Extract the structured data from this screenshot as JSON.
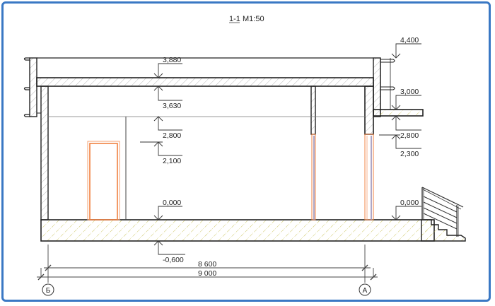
{
  "title": {
    "section": "1-1",
    "scale": "M1:50"
  },
  "levels": {
    "roof_top_left": "3,880",
    "ceiling_left": "3,630",
    "ceiling_line": "2,800",
    "door_top": "2,100",
    "floor_left": "0,000",
    "foundation_bottom": "-0,600",
    "parapet_top": "4,400",
    "canopy_top": "3,000",
    "canopy_bottom": "2,800",
    "opening_top": "2,300",
    "floor_right": "0,000"
  },
  "dimensions": {
    "inner": "8 600",
    "overall": "9 000"
  },
  "axes": {
    "left": "Б",
    "right": "А"
  },
  "colors": {
    "frame": "#3a78c4",
    "line": "#222222",
    "hatch": "#999999",
    "ground_hatch": "#c8c050",
    "opening": "#f08040",
    "glass": "#9a90b8"
  }
}
